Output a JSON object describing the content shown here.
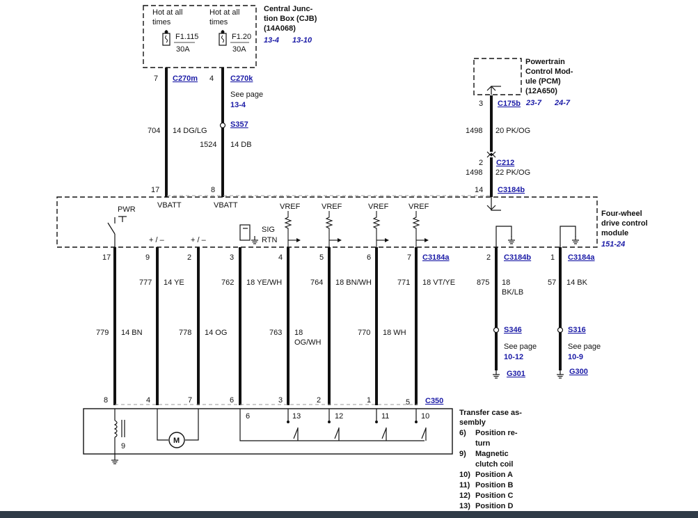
{
  "cjb": {
    "hot1": [
      "Hot at all",
      "times"
    ],
    "hot2": [
      "Hot at all",
      "times"
    ],
    "fuse1": {
      "id": "F1.115",
      "amps": "30A"
    },
    "fuse2": {
      "id": "F1.20",
      "amps": "30A"
    },
    "title": [
      "Central Junc-",
      "tion Box (CJB)",
      "(14A068)"
    ],
    "refs": [
      "13-4",
      "13-10"
    ]
  },
  "pcm": {
    "title": [
      "Powertrain",
      "Control Mod-",
      "ule (PCM)",
      "(12A650)"
    ],
    "refs": [
      "23-7",
      "24-7"
    ]
  },
  "module": {
    "title": [
      "Four-wheel",
      "drive control",
      "module"
    ],
    "ref": "151-24",
    "labels": {
      "pwr": "PWR",
      "vbatt1": "VBATT",
      "vbatt2": "VBATT",
      "vref": [
        "VREF",
        "VREF",
        "VREF",
        "VREF"
      ],
      "pm1": "+ / –",
      "pm2": "+ / –",
      "sig": "SIG",
      "rtn": "RTN"
    }
  },
  "upper_wires": {
    "w1": {
      "pin_top": "7",
      "connector": "C270m",
      "circuit": "704",
      "color": "14 DG/LG",
      "pin_bottom": "17"
    },
    "w2": {
      "pin_top": "4",
      "connector": "C270k",
      "see_page": "See page",
      "see_ref": "13-4",
      "splice": "S357",
      "circuit": "1524",
      "color": "14 DB",
      "pin_bottom": "8"
    },
    "w3": {
      "pin_top": "3",
      "connector": "C175b",
      "circuit1": "1498",
      "color1": "20 PK/OG",
      "pin_mid": "2",
      "connector_mid": "C212",
      "circuit2": "1498",
      "color2": "22 PK/OG",
      "pin_bottom": "14",
      "connector_bottom": "C3184b"
    }
  },
  "lower_wires": [
    {
      "pin_top": "17",
      "circuit": "779",
      "color": "14 BN",
      "pin_bottom": "8"
    },
    {
      "pin_top": "9",
      "circuit": "777",
      "color": "14 YE",
      "pin_bottom": "4"
    },
    {
      "pin_top": "2",
      "circuit": "778",
      "color": "14 OG",
      "pin_bottom": "7"
    },
    {
      "pin_top": "3",
      "circuit": "762",
      "color": "18 YE/WH",
      "pin_bottom": "6"
    },
    {
      "pin_top": "4",
      "circuit": "763",
      "color": [
        "18",
        "OG/WH"
      ],
      "pin_bottom": "3"
    },
    {
      "pin_top": "5",
      "circuit": "764",
      "color": "18 BN/WH",
      "pin_bottom": "2"
    },
    {
      "pin_top": "6",
      "circuit": "770",
      "color": "18 WH",
      "pin_bottom": "1"
    },
    {
      "pin_top": "7",
      "connector": "C3184a",
      "circuit": "771",
      "color": "18 VT/YE",
      "pin_bottom": "5",
      "connector_bottom": "C350"
    }
  ],
  "ground_wires": [
    {
      "pin_top": "2",
      "connector": "C3184b",
      "circuit": "875",
      "color": [
        "18",
        "BK/LB"
      ],
      "splice": "S346",
      "see_page": "See page",
      "see_ref": "10-12",
      "ground": "G301"
    },
    {
      "pin_top": "1",
      "connector": "C3184a",
      "circuit": "57",
      "color": "14 BK",
      "splice": "S316",
      "see_page": "See page",
      "see_ref": "10-9",
      "ground": "G300"
    }
  ],
  "transfer_case": {
    "pins": [
      "9",
      "6",
      "13",
      "12",
      "11",
      "10"
    ],
    "title": [
      "Transfer case as-",
      "sembly"
    ],
    "legend": [
      {
        "num": "6)",
        "text": [
          "Position re-",
          "turn"
        ]
      },
      {
        "num": "9)",
        "text": [
          "Magnetic",
          "clutch coil"
        ]
      },
      {
        "num": "10)",
        "text": [
          "Position A"
        ]
      },
      {
        "num": "11)",
        "text": [
          "Position B"
        ]
      },
      {
        "num": "12)",
        "text": [
          "Position C"
        ]
      },
      {
        "num": "13)",
        "text": [
          "Position D"
        ]
      }
    ]
  }
}
